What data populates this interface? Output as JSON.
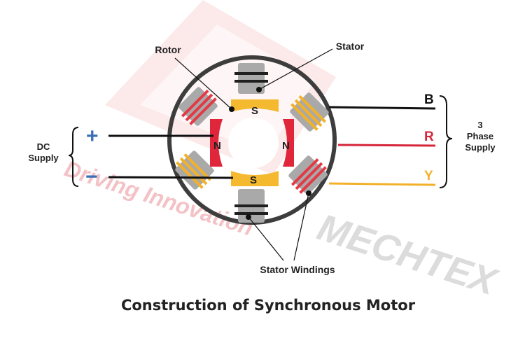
{
  "labels": {
    "rotor": "Rotor",
    "stator": "Stator",
    "stator_windings": "Stator Windings",
    "dc_supply_line1": "DC",
    "dc_supply_line2": "Supply",
    "phase_line1": "3",
    "phase_line2": "Phase",
    "phase_line3": "Supply",
    "title": "Construction of Synchronous Motor"
  },
  "terminals": {
    "plus": "+",
    "minus": "−",
    "b": "B",
    "r": "R",
    "y": "Y"
  },
  "poles": {
    "s_top": "S",
    "s_bottom": "S",
    "n_left": "N",
    "n_right": "N"
  },
  "watermark": {
    "tagline": "Driving Innovation",
    "brand": "MECHTEX"
  },
  "colors": {
    "frame": "#3d3d3d",
    "rotor_yellow": "#f4b92f",
    "rotor_red": "#e0263a",
    "stator_gray": "#a9a9a9",
    "winding_red": "#e23a46",
    "winding_yellow": "#f2b12a",
    "winding_black": "#1f1f1f",
    "line_b": "#111111",
    "line_r": "#d6263a",
    "line_y": "#f2b12a",
    "plus_blue": "#3b6fb6",
    "watermark_red": "#f3c2c6",
    "watermark_gray": "#d9d9d9"
  }
}
